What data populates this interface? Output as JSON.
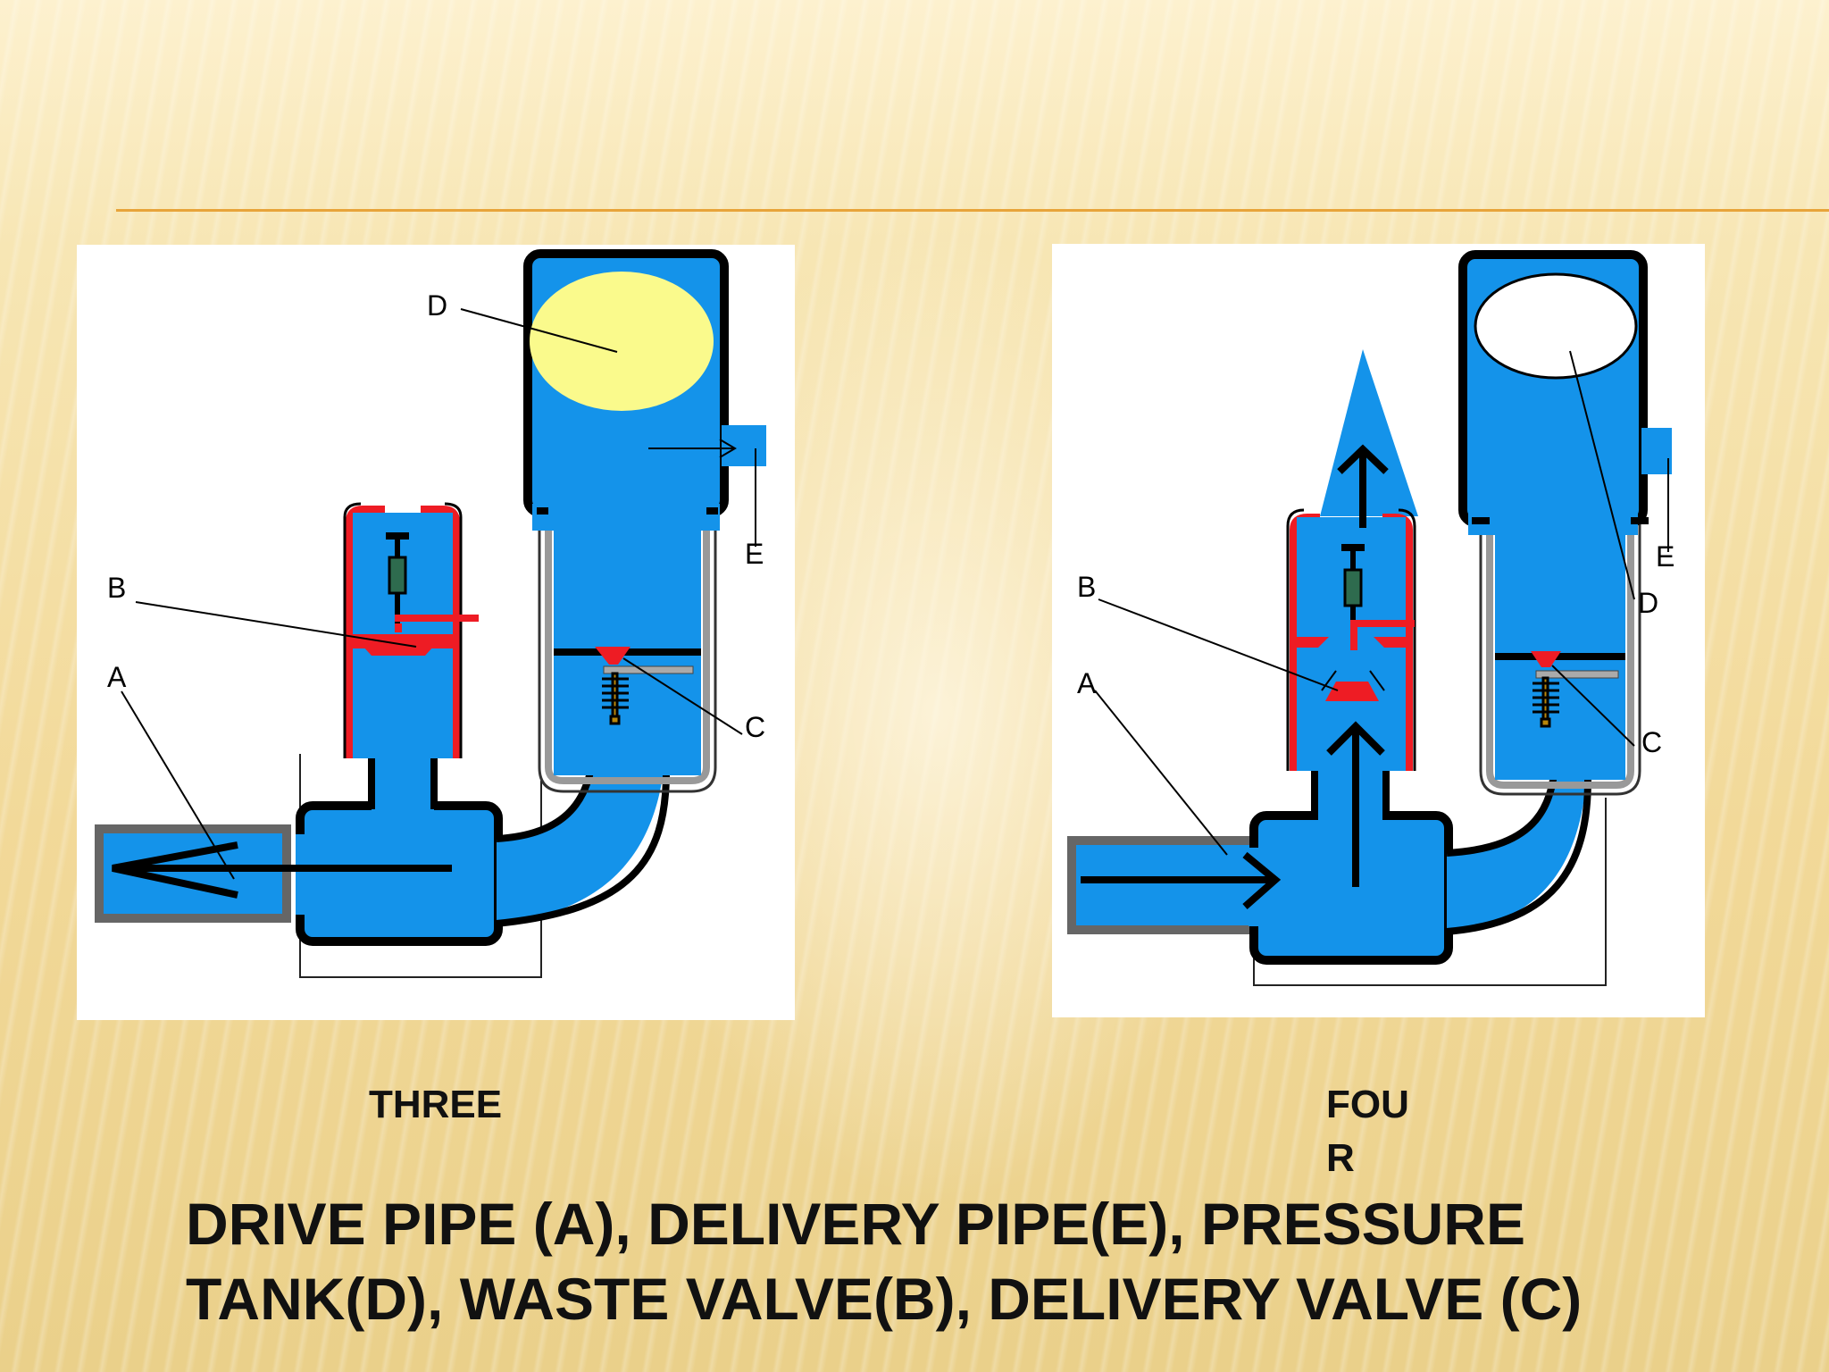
{
  "diagram_three": {
    "labels": {
      "a": "A",
      "b": "B",
      "c": "C",
      "d": "D",
      "e": "E"
    },
    "caption": "THREE"
  },
  "diagram_four": {
    "labels": {
      "a": "A",
      "b": "B",
      "c": "C",
      "d": "D",
      "e": "E"
    },
    "caption": "FOU R"
  },
  "description": "DRIVE PIPE (A), DELIVERY PIPE(E), PRESSURE TANK(D), WASTE VALVE(B), DELIVERY VALVE (C)",
  "colors": {
    "water": "#1493ea",
    "valve_red": "#ee1c24",
    "air_yellow": "#fafa8c",
    "rule": "#e8a43a"
  }
}
